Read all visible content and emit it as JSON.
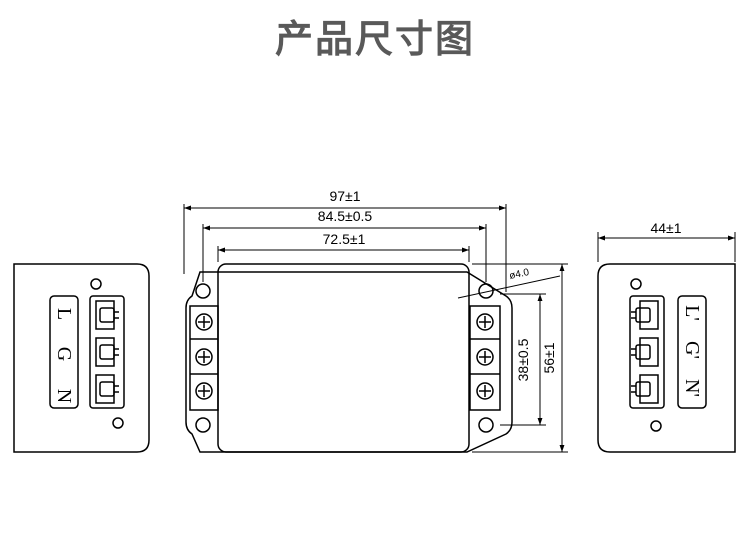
{
  "title": "产品尺寸图",
  "dimensions": {
    "overall_width": "97±1",
    "hole_spacing": "84.5±0.5",
    "body_width": "72.5±1",
    "hole_diameter": "ø4.0",
    "terminal_height": "38±0.5",
    "overall_height": "56±1",
    "depth": "44±1"
  },
  "left_side_labels": [
    "L",
    "G",
    "N"
  ],
  "right_side_labels": [
    "N'",
    "G'",
    "L'"
  ]
}
